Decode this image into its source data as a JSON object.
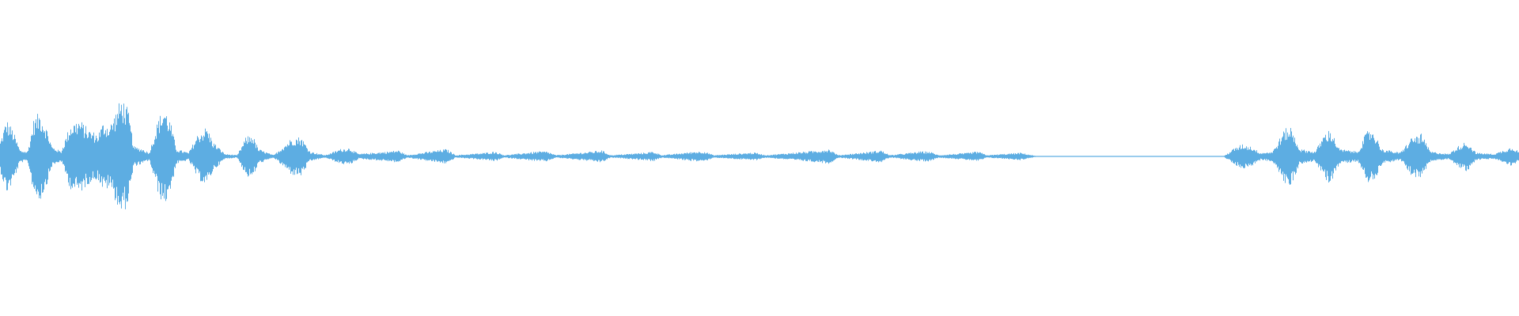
{
  "waveform": {
    "color": "#5dade2",
    "background": "#ffffff",
    "envelope": [
      {
        "t": 0.0,
        "a": 0.12
      },
      {
        "t": 0.004,
        "a": 0.3
      },
      {
        "t": 0.008,
        "a": 0.22
      },
      {
        "t": 0.013,
        "a": 0.05
      },
      {
        "t": 0.018,
        "a": 0.04
      },
      {
        "t": 0.022,
        "a": 0.3
      },
      {
        "t": 0.026,
        "a": 0.36
      },
      {
        "t": 0.03,
        "a": 0.25
      },
      {
        "t": 0.034,
        "a": 0.08
      },
      {
        "t": 0.04,
        "a": 0.04
      },
      {
        "t": 0.046,
        "a": 0.26
      },
      {
        "t": 0.052,
        "a": 0.3
      },
      {
        "t": 0.058,
        "a": 0.22
      },
      {
        "t": 0.064,
        "a": 0.18
      },
      {
        "t": 0.068,
        "a": 0.28
      },
      {
        "t": 0.072,
        "a": 0.25
      },
      {
        "t": 0.076,
        "a": 0.36
      },
      {
        "t": 0.08,
        "a": 0.48
      },
      {
        "t": 0.084,
        "a": 0.38
      },
      {
        "t": 0.088,
        "a": 0.08
      },
      {
        "t": 0.094,
        "a": 0.06
      },
      {
        "t": 0.098,
        "a": 0.03
      },
      {
        "t": 0.104,
        "a": 0.3
      },
      {
        "t": 0.108,
        "a": 0.4
      },
      {
        "t": 0.112,
        "a": 0.28
      },
      {
        "t": 0.116,
        "a": 0.06
      },
      {
        "t": 0.124,
        "a": 0.03
      },
      {
        "t": 0.13,
        "a": 0.18
      },
      {
        "t": 0.136,
        "a": 0.24
      },
      {
        "t": 0.14,
        "a": 0.12
      },
      {
        "t": 0.148,
        "a": 0.02
      },
      {
        "t": 0.156,
        "a": 0.01
      },
      {
        "t": 0.162,
        "a": 0.16
      },
      {
        "t": 0.166,
        "a": 0.18
      },
      {
        "t": 0.17,
        "a": 0.06
      },
      {
        "t": 0.18,
        "a": 0.01
      },
      {
        "t": 0.192,
        "a": 0.15
      },
      {
        "t": 0.198,
        "a": 0.16
      },
      {
        "t": 0.204,
        "a": 0.04
      },
      {
        "t": 0.214,
        "a": 0.01
      },
      {
        "t": 0.224,
        "a": 0.06
      },
      {
        "t": 0.23,
        "a": 0.07
      },
      {
        "t": 0.236,
        "a": 0.02
      },
      {
        "t": 0.256,
        "a": 0.04
      },
      {
        "t": 0.262,
        "a": 0.05
      },
      {
        "t": 0.268,
        "a": 0.01
      },
      {
        "t": 0.288,
        "a": 0.05
      },
      {
        "t": 0.294,
        "a": 0.06
      },
      {
        "t": 0.3,
        "a": 0.01
      },
      {
        "t": 0.32,
        "a": 0.03
      },
      {
        "t": 0.326,
        "a": 0.04
      },
      {
        "t": 0.332,
        "a": 0.01
      },
      {
        "t": 0.354,
        "a": 0.04
      },
      {
        "t": 0.36,
        "a": 0.04
      },
      {
        "t": 0.366,
        "a": 0.01
      },
      {
        "t": 0.39,
        "a": 0.04
      },
      {
        "t": 0.396,
        "a": 0.05
      },
      {
        "t": 0.402,
        "a": 0.01
      },
      {
        "t": 0.424,
        "a": 0.03
      },
      {
        "t": 0.43,
        "a": 0.04
      },
      {
        "t": 0.436,
        "a": 0.01
      },
      {
        "t": 0.458,
        "a": 0.04
      },
      {
        "t": 0.464,
        "a": 0.04
      },
      {
        "t": 0.47,
        "a": 0.01
      },
      {
        "t": 0.494,
        "a": 0.03
      },
      {
        "t": 0.498,
        "a": 0.03
      },
      {
        "t": 0.504,
        "a": 0.01
      },
      {
        "t": 0.54,
        "a": 0.05
      },
      {
        "t": 0.546,
        "a": 0.06
      },
      {
        "t": 0.552,
        "a": 0.01
      },
      {
        "t": 0.574,
        "a": 0.04
      },
      {
        "t": 0.58,
        "a": 0.05
      },
      {
        "t": 0.586,
        "a": 0.01
      },
      {
        "t": 0.606,
        "a": 0.04
      },
      {
        "t": 0.612,
        "a": 0.04
      },
      {
        "t": 0.618,
        "a": 0.01
      },
      {
        "t": 0.638,
        "a": 0.03
      },
      {
        "t": 0.644,
        "a": 0.04
      },
      {
        "t": 0.65,
        "a": 0.01
      },
      {
        "t": 0.672,
        "a": 0.03
      },
      {
        "t": 0.676,
        "a": 0.02
      },
      {
        "t": 0.682,
        "a": 0.004
      },
      {
        "t": 0.8,
        "a": 0.003
      },
      {
        "t": 0.806,
        "a": 0.004
      },
      {
        "t": 0.812,
        "a": 0.06
      },
      {
        "t": 0.818,
        "a": 0.1
      },
      {
        "t": 0.824,
        "a": 0.08
      },
      {
        "t": 0.83,
        "a": 0.03
      },
      {
        "t": 0.838,
        "a": 0.04
      },
      {
        "t": 0.846,
        "a": 0.22
      },
      {
        "t": 0.85,
        "a": 0.24
      },
      {
        "t": 0.856,
        "a": 0.06
      },
      {
        "t": 0.866,
        "a": 0.04
      },
      {
        "t": 0.872,
        "a": 0.18
      },
      {
        "t": 0.876,
        "a": 0.22
      },
      {
        "t": 0.882,
        "a": 0.06
      },
      {
        "t": 0.894,
        "a": 0.04
      },
      {
        "t": 0.9,
        "a": 0.2
      },
      {
        "t": 0.904,
        "a": 0.22
      },
      {
        "t": 0.91,
        "a": 0.06
      },
      {
        "t": 0.922,
        "a": 0.03
      },
      {
        "t": 0.93,
        "a": 0.16
      },
      {
        "t": 0.936,
        "a": 0.18
      },
      {
        "t": 0.942,
        "a": 0.04
      },
      {
        "t": 0.954,
        "a": 0.02
      },
      {
        "t": 0.962,
        "a": 0.1
      },
      {
        "t": 0.966,
        "a": 0.12
      },
      {
        "t": 0.972,
        "a": 0.03
      },
      {
        "t": 0.984,
        "a": 0.02
      },
      {
        "t": 0.992,
        "a": 0.06
      },
      {
        "t": 0.996,
        "a": 0.08
      },
      {
        "t": 1.0,
        "a": 0.04
      }
    ]
  }
}
